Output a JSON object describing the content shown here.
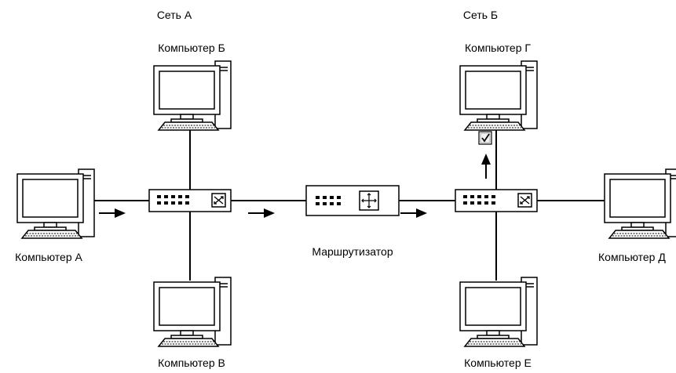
{
  "networks": {
    "a": "Сеть А",
    "b": "Сеть Б"
  },
  "devices": {
    "router": "Маршрутизатор",
    "computer_a": "Компьютер А",
    "computer_b": "Компьютер Б",
    "computer_v": "Компьютер В",
    "computer_g": "Компьютер Г",
    "computer_d": "Компьютер Д",
    "computer_e": "Компьютер Е"
  },
  "icons": {
    "computer": "desktop-computer-icon",
    "switch": "network-switch-icon",
    "router": "router-icon",
    "arrow": "arrow-icon",
    "check": "checkbox-checked-icon"
  },
  "colors": {
    "stroke": "#000000",
    "background": "#ffffff"
  }
}
